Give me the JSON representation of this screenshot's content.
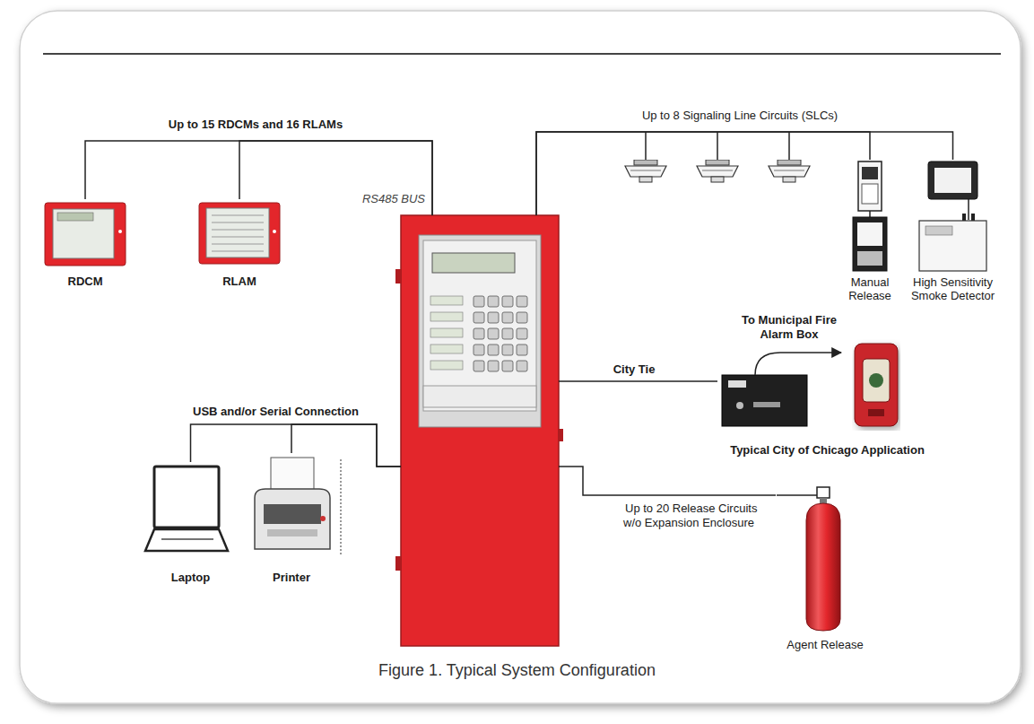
{
  "diagram": {
    "caption": "Figure 1. Typical System Configuration",
    "nodes": [
      {
        "text": [
          "RDCM"
        ]
      },
      {
        "text": [
          "RLAM"
        ]
      },
      {
        "text": [
          "RS485 BUS"
        ]
      },
      {
        "text": [
          "Manual Release"
        ]
      },
      {
        "text": [
          "High Sensitivity Smoke Detector"
        ]
      },
      {
        "text": [
          "Typical City of Chicago Application"
        ]
      },
      {
        "text": [
          "Laptop"
        ]
      },
      {
        "text": [
          "Printer"
        ]
      },
      {
        "text": [
          "Agent Release"
        ]
      }
    ],
    "edges": [
      {
        "from": 0,
        "to": 2,
        "arrow": "none",
        "label": "Up to 15 RDCMs and 16 RLAMs"
      },
      {
        "from": 1,
        "to": 2,
        "arrow": "none"
      },
      {
        "from": 2,
        "to": 3,
        "arrow": "none",
        "label": "Up to 8 Signaling Line Circuits (SLCs)"
      },
      {
        "from": 2,
        "to": 4,
        "arrow": "none"
      },
      {
        "from": 2,
        "to": 5,
        "arrow": "none",
        "label": "City Tie"
      },
      {
        "from": 2,
        "to": 6,
        "arrow": "none",
        "label": "USB and/or Serial Connection"
      },
      {
        "from": 2,
        "to": 7,
        "arrow": "none"
      },
      {
        "from": 2,
        "to": 8,
        "arrow": "none",
        "label": "Up to 20 Release Circuits w/o Expansion Enclosure"
      }
    ],
    "labels": [
      "To Municipal Fire Alarm Box"
    ]
  }
}
